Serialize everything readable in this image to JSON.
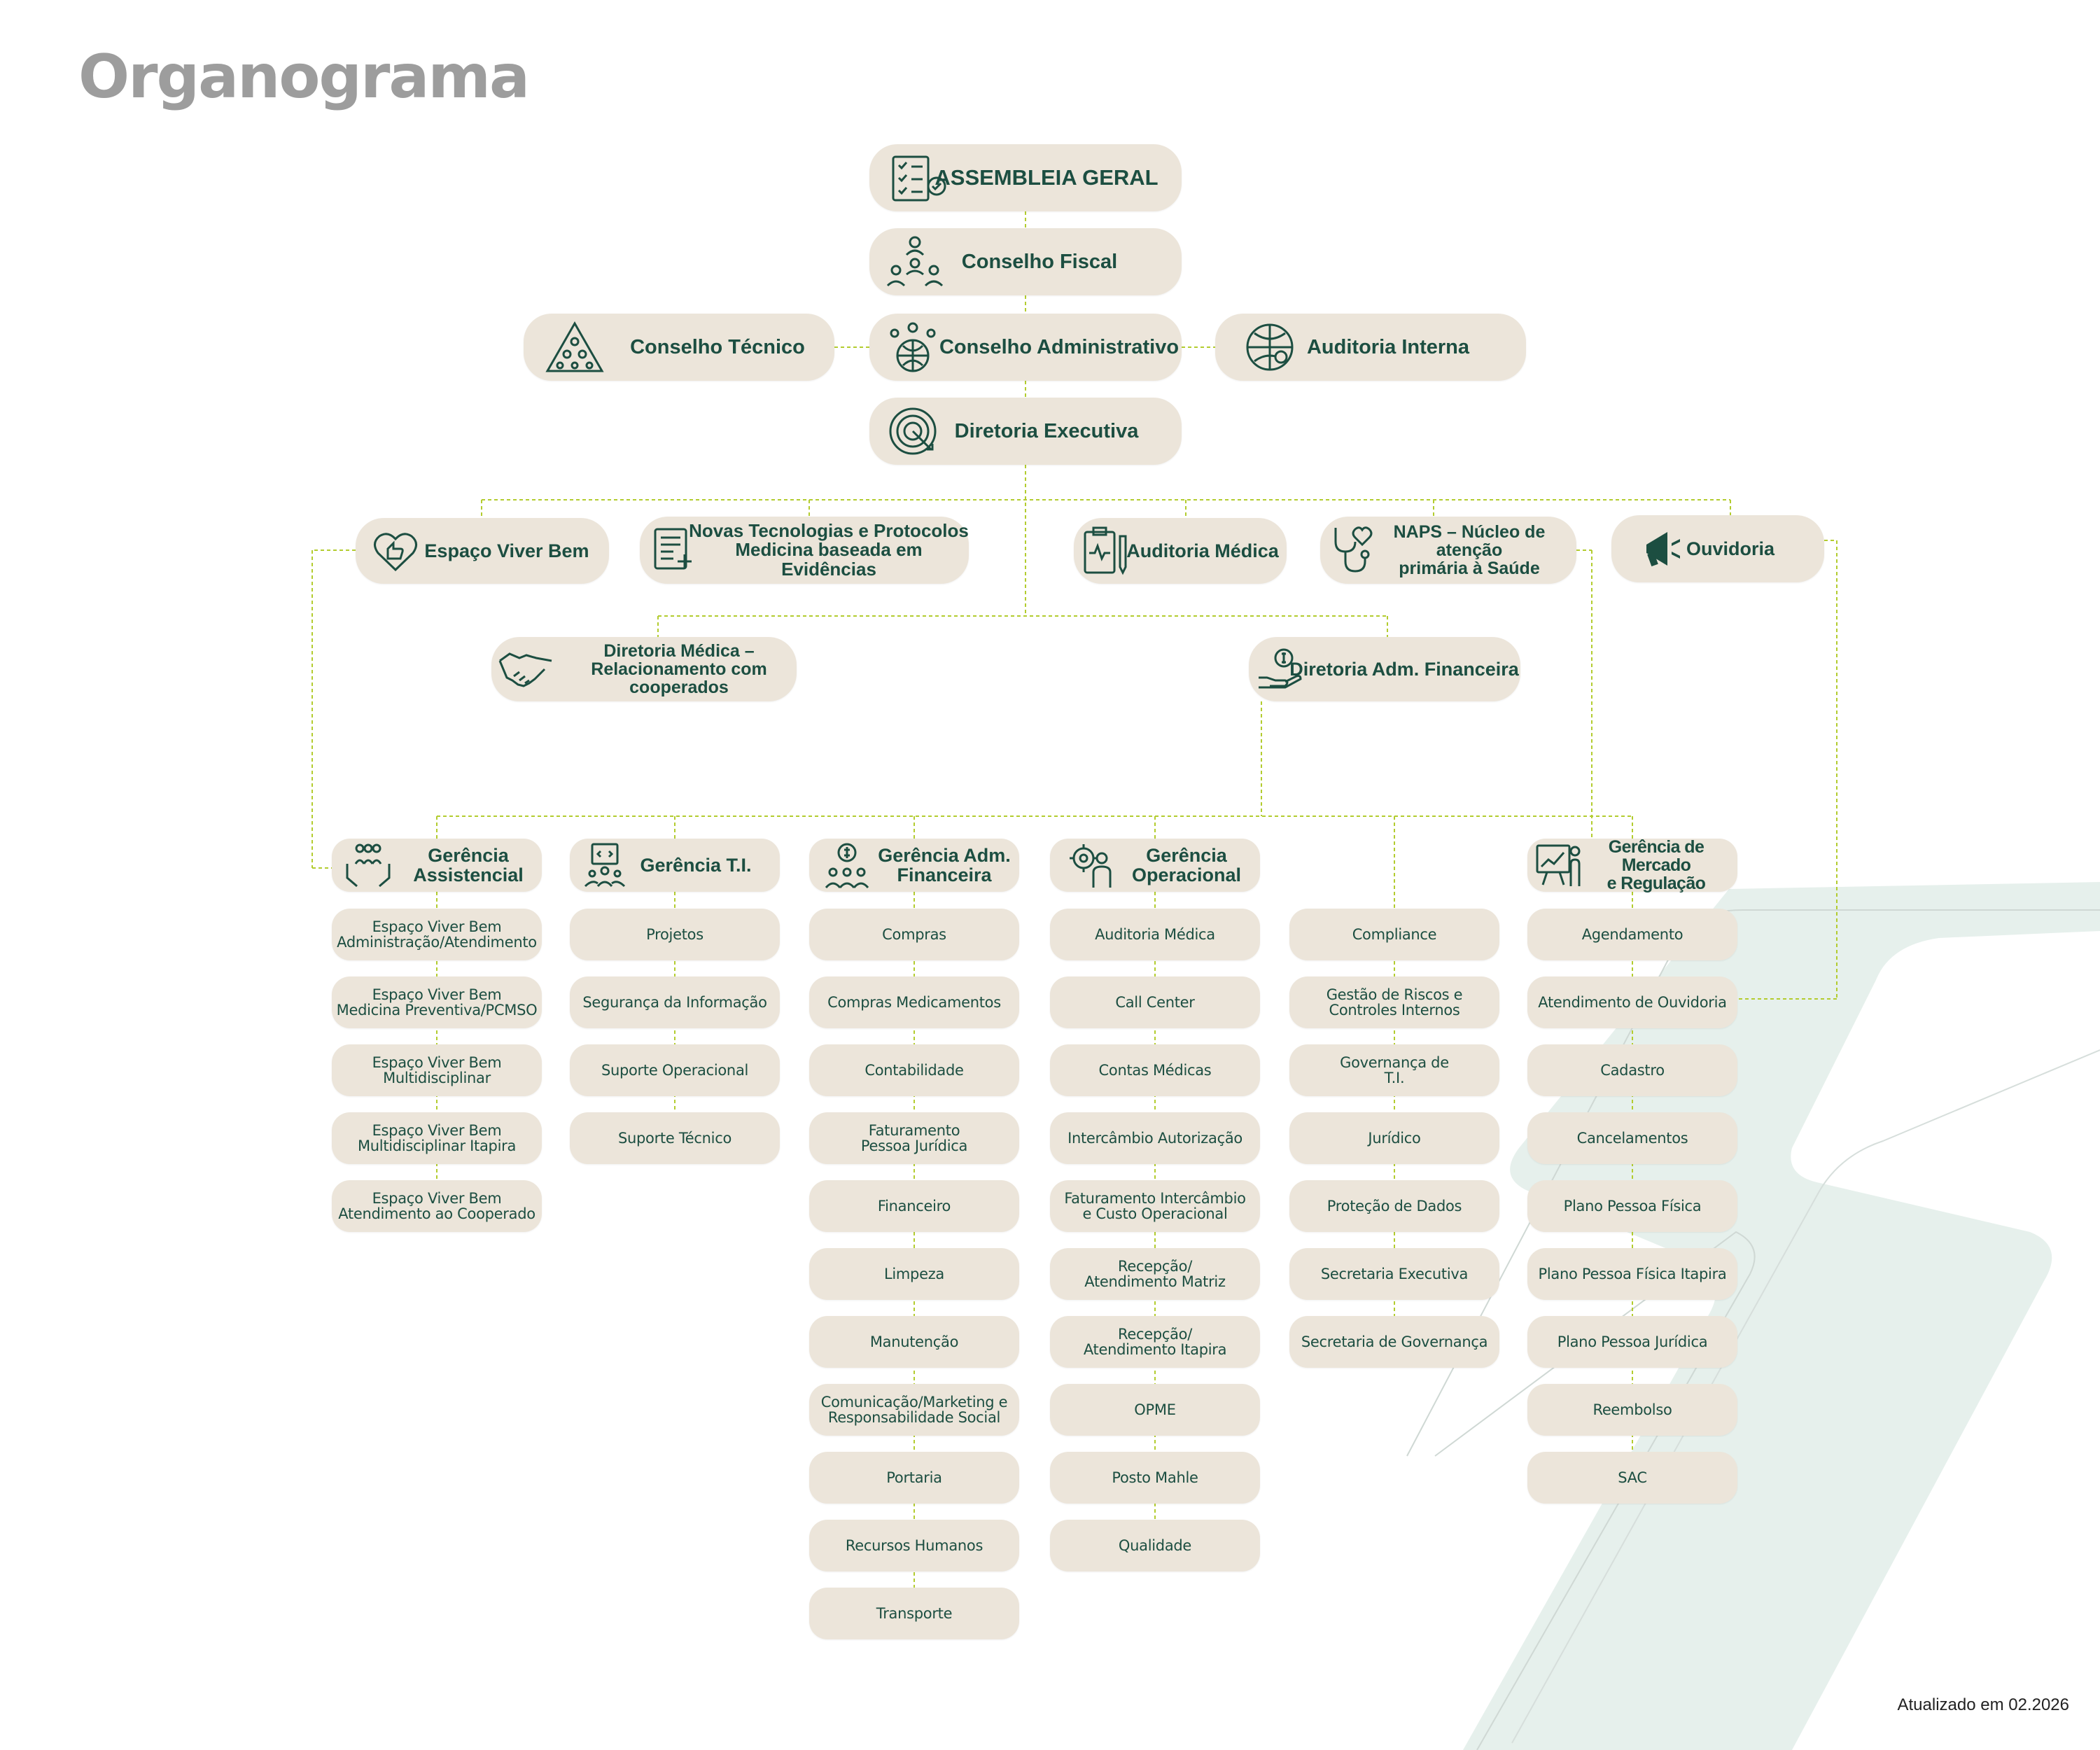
{
  "title": "Organograma",
  "footer": "Atualizado em 02.2026",
  "colors": {
    "node_bg": "#ece5da",
    "text": "#1c4e41",
    "connector": "#b3cc2f",
    "title": "#9d9d9d",
    "decor": "#e6f0ec"
  },
  "top": {
    "assembleia": "ASSEMBLEIA GERAL",
    "conselho_fiscal": "Conselho Fiscal",
    "conselho_tecnico": "Conselho Técnico",
    "conselho_administrativo": "Conselho Administrativo",
    "auditoria_interna": "Auditoria Interna",
    "diretoria_executiva": "Diretoria Executiva"
  },
  "staff": {
    "espaco_viver_bem": "Espaço Viver Bem",
    "novas_tecnologias": "Novas Tecnologias e Protocolos\nMedicina baseada em Evidências",
    "auditoria_medica": "Auditoria Médica",
    "naps": "NAPS – Núcleo de atenção\nprimária à Saúde",
    "ouvidoria": "Ouvidoria"
  },
  "directorates": {
    "medica": "Diretoria Médica –\nRelacionamento com cooperados",
    "adm_financeira": "Diretoria Adm. Financeira"
  },
  "columns": [
    {
      "manager": "Gerência\nAssistencial",
      "icon": "care-hands-icon",
      "items": [
        "Espaço Viver Bem\nAdministração/Atendimento",
        "Espaço Viver Bem\nMedicina Preventiva/PCMSO",
        "Espaço Viver Bem\nMultidisciplinar",
        "Espaço Viver Bem\nMultidisciplinar Itapira",
        "Espaço Viver Bem\nAtendimento ao Cooperado"
      ]
    },
    {
      "manager": "Gerência T.I.",
      "icon": "it-team-icon",
      "items": [
        "Projetos",
        "Segurança da Informação",
        "Suporte Operacional",
        "Suporte Técnico"
      ]
    },
    {
      "manager": "Gerência Adm.\nFinanceira",
      "icon": "finance-team-icon",
      "items": [
        "Compras",
        "Compras Medicamentos",
        "Contabilidade",
        "Faturamento\nPessoa Jurídica",
        "Financeiro",
        "Limpeza",
        "Manutenção",
        "Comunicação/Marketing e\nResponsabilidade Social",
        "Portaria",
        "Recursos Humanos",
        "Transporte"
      ]
    },
    {
      "manager": "Gerência\nOperacional",
      "icon": "gear-person-icon",
      "items": [
        "Auditoria Médica",
        "Call Center",
        "Contas Médicas",
        "Intercâmbio Autorização",
        "Faturamento Intercâmbio\ne Custo Operacional",
        "Recepção/\nAtendimento Matriz",
        "Recepção/\nAtendimento Itapira",
        "OPME",
        "Posto Mahle",
        "Qualidade"
      ]
    },
    {
      "manager": "",
      "icon": "",
      "items": [
        "Compliance",
        "Gestão de Riscos e\nControles Internos",
        "Governança de\nT.I.",
        "Jurídico",
        "Proteção de Dados",
        "Secretaria Executiva",
        "Secretaria de Governança"
      ]
    },
    {
      "manager": "Gerência de Mercado\ne Regulação",
      "icon": "market-chart-icon",
      "items": [
        "Agendamento",
        "Atendimento  de  Ouvidoria",
        "Cadastro",
        "Cancelamentos",
        "Plano Pessoa Física",
        "Plano Pessoa Física Itapira",
        "Plano Pessoa Jurídica",
        "Reembolso",
        "SAC"
      ]
    }
  ]
}
